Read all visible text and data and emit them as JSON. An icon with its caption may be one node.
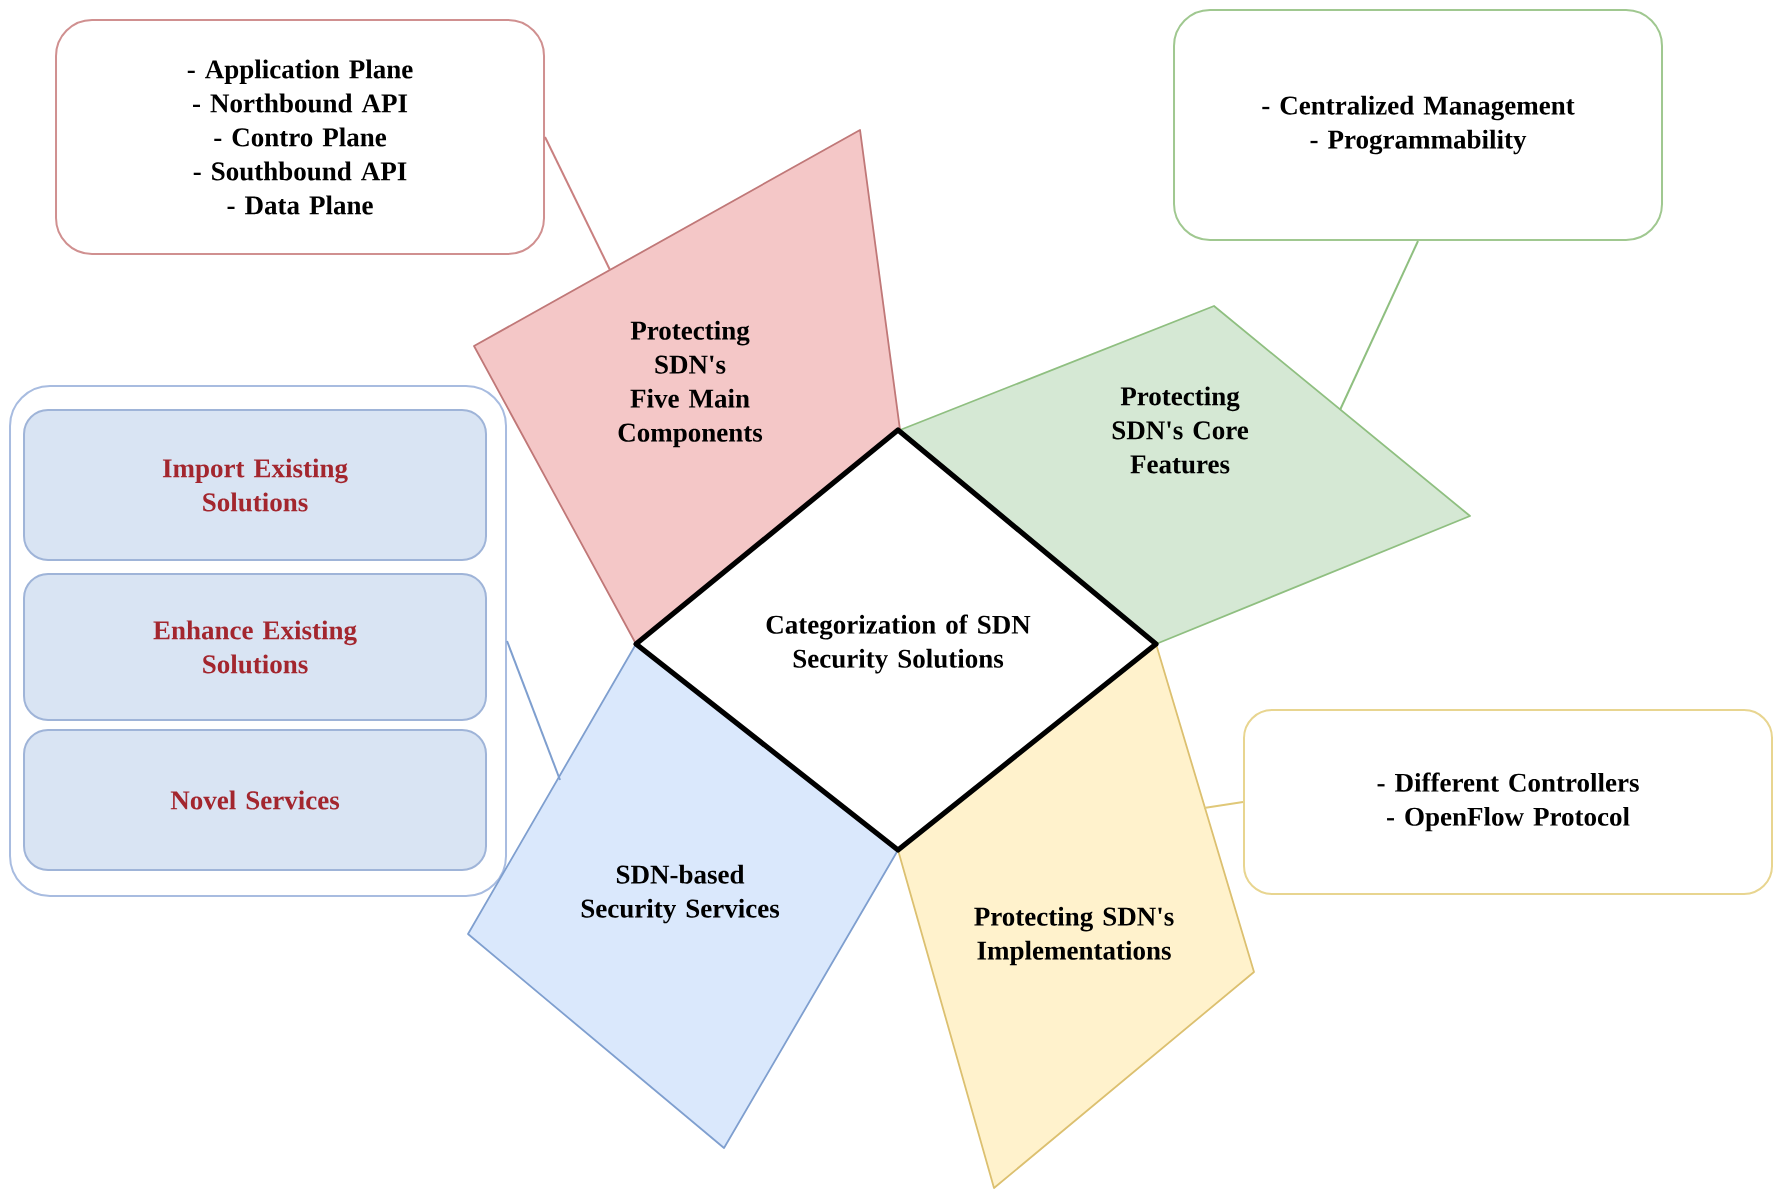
{
  "diagram": {
    "nodes": [
      {
        "text": [
          "- Application Plane",
          "- Northbound API",
          "- Contro Plane",
          "- Southbound API",
          "- Data Plane"
        ]
      },
      {
        "text": [
          "- Centralized Management",
          "- Programmability"
        ]
      },
      {
        "text": [
          "Protecting SDN's Five Main Components"
        ]
      },
      {
        "text": [
          "Protecting SDN's Core Features"
        ]
      },
      {
        "text": [],
        "shape": "box"
      },
      {
        "text": [
          "Import Existing Solutions"
        ],
        "in": 4
      },
      {
        "text": [
          "Enhance Existing Solutions"
        ],
        "in": 4
      },
      {
        "text": [
          "Novel Services"
        ],
        "in": 4
      },
      {
        "text": [
          "Categorization of SDN Security Solutions"
        ]
      },
      {
        "text": [
          "- Different Controllers",
          "- OpenFlow Protocol"
        ]
      },
      {
        "text": [
          "SDN-based Security Services"
        ]
      },
      {
        "text": [
          "Protecting SDN's Implementations"
        ]
      }
    ],
    "edges": [
      {
        "from": 0,
        "to": 2,
        "arrow": "none",
        "color": "#c98080"
      },
      {
        "from": 1,
        "to": 3,
        "arrow": "none",
        "color": "#8fbf80"
      },
      {
        "from": 4,
        "to": 10,
        "arrow": "none",
        "color": "#7f9fcf"
      },
      {
        "from": 9,
        "to": 11,
        "arrow": "none",
        "color": "#e0c878"
      }
    ]
  }
}
